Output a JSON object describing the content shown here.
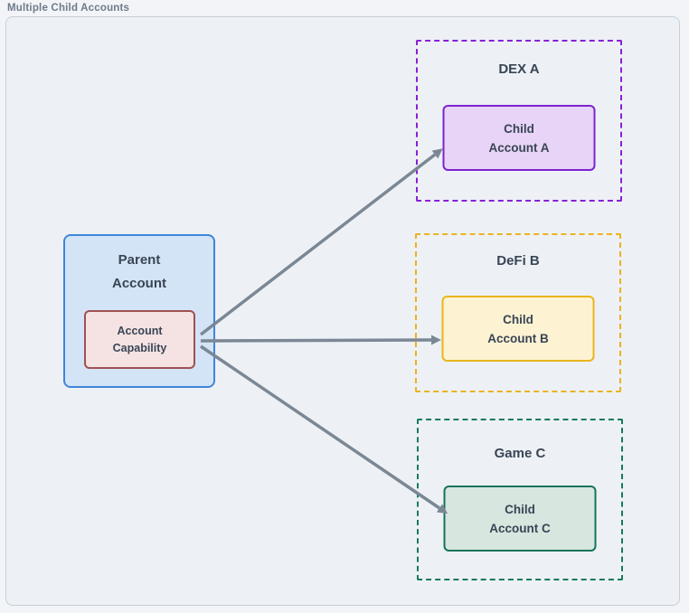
{
  "diagram": {
    "title": "Multiple Child Accounts",
    "background": "#edf1f5",
    "border_color": "#c6cfd9",
    "text_color": "#394555",
    "arrow_color": "#7b8794"
  },
  "parent": {
    "label": {
      "line1": "Parent",
      "line2": "Account"
    },
    "fill": "#d4e4f7",
    "border": "#3e86d8",
    "capability": {
      "label": {
        "line1": "Account",
        "line2": "Capability"
      },
      "fill": "#f5e3e3",
      "border": "#9e5151"
    }
  },
  "children": [
    {
      "group_label": "DEX A",
      "label": {
        "line1": "Child",
        "line2": "Account A"
      },
      "accent": "#8b1fd6",
      "fill": "#e7d4f7",
      "border": "#7e22ce"
    },
    {
      "group_label": "DeFi B",
      "label": {
        "line1": "Child",
        "line2": "Account B"
      },
      "accent": "#ecb21f",
      "fill": "#fdf3d3",
      "border": "#eab41c"
    },
    {
      "group_label": "Game C",
      "label": {
        "line1": "Child",
        "line2": "Account C"
      },
      "accent": "#17795e",
      "fill": "#d7e6de",
      "border": "#16735a"
    }
  ]
}
